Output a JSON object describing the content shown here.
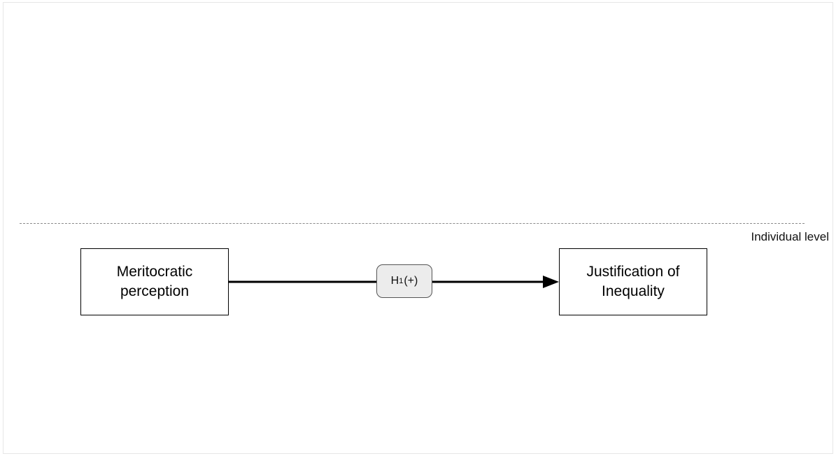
{
  "diagram": {
    "level_label": "Individual level",
    "nodes": {
      "meritocratic": {
        "label": "Meritocratic\nperception"
      },
      "justification": {
        "label": "Justification of\nInequality"
      }
    },
    "edge": {
      "from": "meritocratic",
      "to": "justification",
      "hypothesis": {
        "letter": "H",
        "index": "1",
        "sign": "(+)"
      }
    }
  }
}
